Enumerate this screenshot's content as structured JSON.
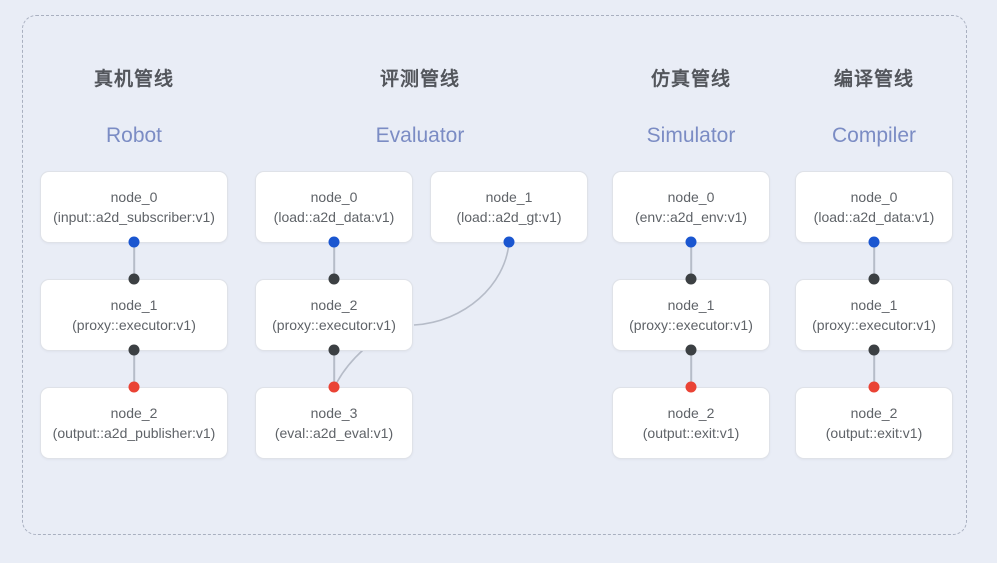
{
  "diagram": {
    "background_color": "#e9edf6",
    "panel_border_color": "#a9b0c0",
    "node_fill": "#ffffff",
    "node_border": "#dfe2e8",
    "text_color": "#5f6368",
    "heading_color": "#53565c",
    "subheading_color": "#7b8cc4",
    "edge_color": "#b6bcc8",
    "dot_colors": {
      "input": "#1a56d0",
      "middle": "#3c4043",
      "output": "#ea4335"
    }
  },
  "columns": [
    {
      "id": "robot",
      "title_cn": "真机管线",
      "title_en": "Robot",
      "nodes": [
        {
          "id": "node_0",
          "type": "(input::a2d_subscriber:v1)"
        },
        {
          "id": "node_1",
          "type": "(proxy::executor:v1)"
        },
        {
          "id": "node_2",
          "type": "(output::a2d_publisher:v1)"
        }
      ]
    },
    {
      "id": "evaluator",
      "title_cn": "评测管线",
      "title_en": "Evaluator",
      "nodes": [
        {
          "id": "node_0",
          "type": "(load::a2d_data:v1)"
        },
        {
          "id": "node_1",
          "type": "(load::a2d_gt:v1)"
        },
        {
          "id": "node_2",
          "type": "(proxy::executor:v1)"
        },
        {
          "id": "node_3",
          "type": "(eval::a2d_eval:v1)"
        }
      ]
    },
    {
      "id": "simulator",
      "title_cn": "仿真管线",
      "title_en": "Simulator",
      "nodes": [
        {
          "id": "node_0",
          "type": "(env::a2d_env:v1)"
        },
        {
          "id": "node_1",
          "type": "(proxy::executor:v1)"
        },
        {
          "id": "node_2",
          "type": "(output::exit:v1)"
        }
      ]
    },
    {
      "id": "compiler",
      "title_cn": "编译管线",
      "title_en": "Compiler",
      "nodes": [
        {
          "id": "node_0",
          "type": "(load::a2d_data:v1)"
        },
        {
          "id": "node_1",
          "type": "(proxy::executor:v1)"
        },
        {
          "id": "node_2",
          "type": "(output::exit:v1)"
        }
      ]
    }
  ]
}
